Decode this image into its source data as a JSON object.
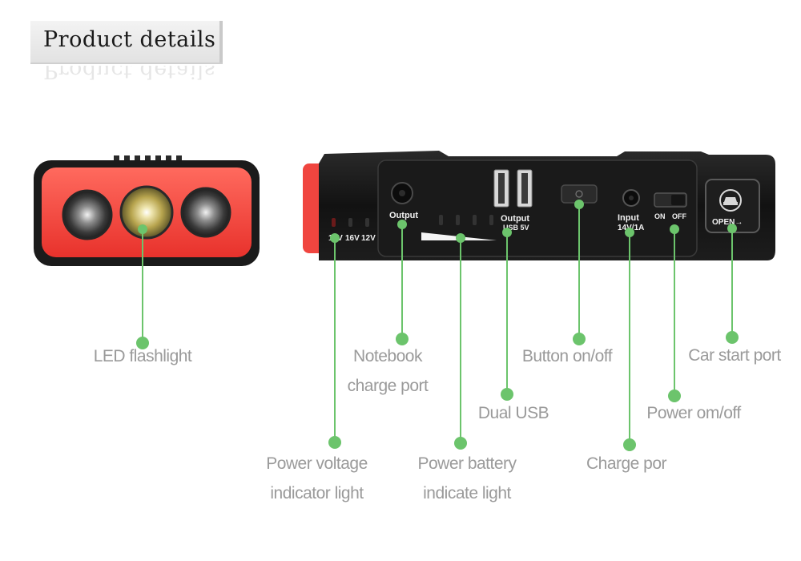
{
  "heading": "Product details",
  "device_markings": {
    "voltage_labels": [
      "19V",
      "16V",
      "12V"
    ],
    "notebook_port": "Output",
    "usb_output_line1": "Output",
    "usb_output_line2": "USB 5V",
    "input_line1": "Input",
    "input_line2": "14V/1A",
    "switch_on": "ON",
    "switch_off": "OFF",
    "car_start": "OPEN→"
  },
  "callouts": {
    "led_flashlight": "LED flashlight",
    "notebook_line1": "Notebook",
    "notebook_line2": "charge port",
    "button_onoff": "Button on/off",
    "car_start_port": "Car start port",
    "dual_usb": "Dual USB",
    "power_onoff": "Power om/off",
    "voltage_line1": "Power voltage",
    "voltage_line2": "indicator light",
    "battery_line1": "Power battery",
    "battery_line2": "indicate light",
    "charge_port": "Charge por"
  },
  "colors": {
    "leader_green": "#6cc46c",
    "device_red": "#f0453f",
    "device_black": "#161616"
  }
}
